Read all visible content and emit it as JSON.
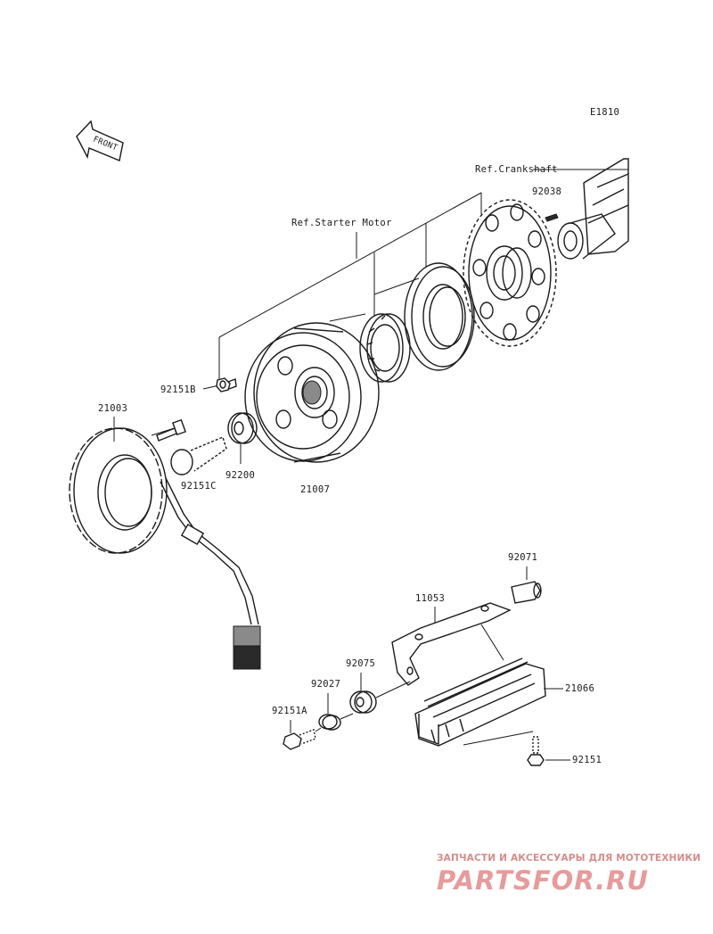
{
  "diagram_code": "E1810",
  "front_label": "FRONT",
  "refs": {
    "crankshaft": "Ref.Crankshaft",
    "starter_motor": "Ref.Starter Motor"
  },
  "parts": {
    "p92038": "92038",
    "p92151B": "92151B",
    "p21003": "21003",
    "p92151C": "92151C",
    "p92200": "92200",
    "p21007": "21007",
    "p92071": "92071",
    "p11053": "11053",
    "p92075": "92075",
    "p92027": "92027",
    "p21066": "21066",
    "p92151A": "92151A",
    "p92151": "92151"
  },
  "watermark": {
    "tagline": "ЗАПЧАСТИ И АКСЕССУАРЫ ДЛЯ МОТОТЕХНИКИ",
    "brand": "PARTSFOR.RU"
  }
}
